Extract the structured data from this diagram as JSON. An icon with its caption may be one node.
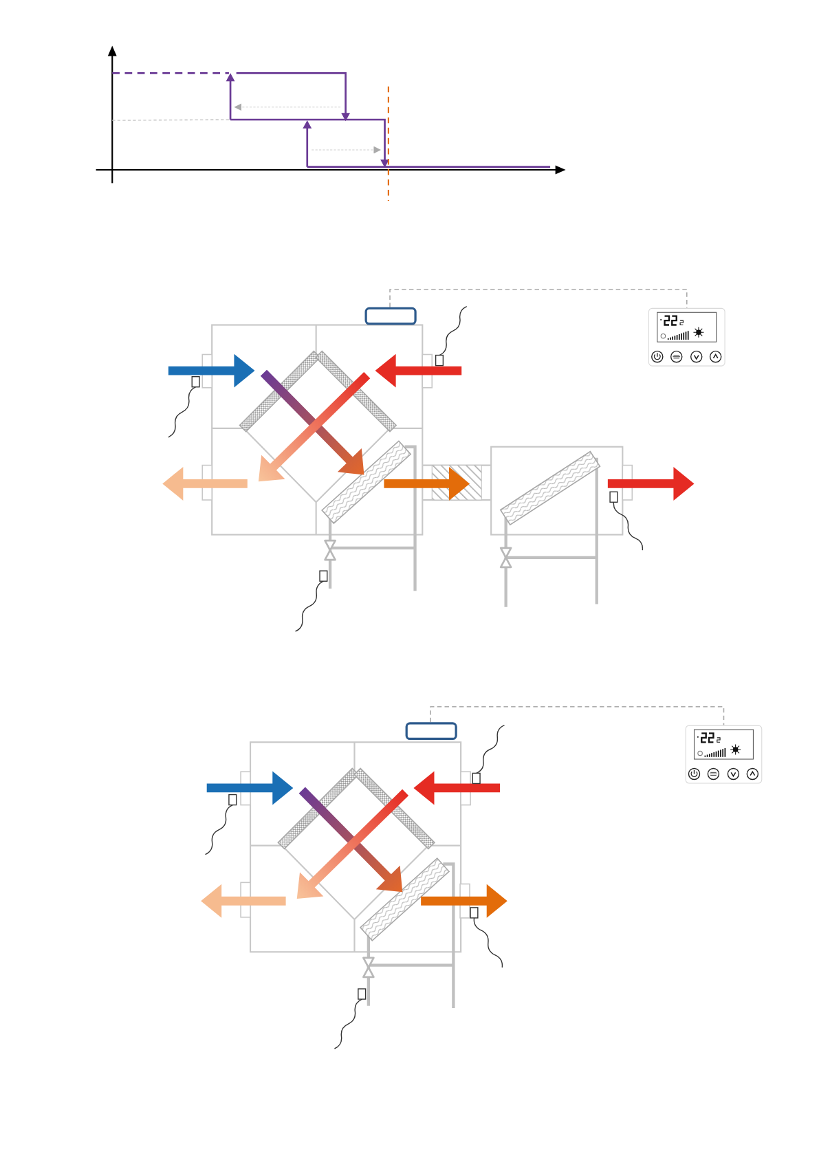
{
  "diagram": {
    "nodes": [
      {
        "text": [],
        "shape": "box"
      },
      {
        "text": [],
        "shape": "box"
      },
      {
        "text": [],
        "shape": "box"
      },
      {
        "text": [],
        "shape": "box"
      }
    ],
    "edges": [
      {
        "from": 0,
        "to": 1,
        "arrow": "none",
        "style": "dashed"
      },
      {
        "from": 2,
        "to": 3,
        "arrow": "none",
        "style": "dashed"
      }
    ]
  }
}
